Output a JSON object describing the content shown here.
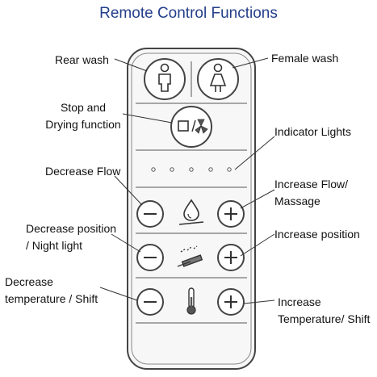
{
  "title": "Remote Control Functions",
  "labels": {
    "rear_wash": "Rear wash",
    "female_wash": "Female wash",
    "stop_drying_1": "Stop and",
    "stop_drying_2": "Drying function",
    "indicator_lights": "Indicator Lights",
    "decrease_flow": "Decrease Flow",
    "increase_flow_1": "Increase Flow/",
    "increase_flow_2": "Massage",
    "decrease_position_1": "Decrease position",
    "decrease_position_2": "/ Night light",
    "increase_position": "Increase position",
    "decrease_temperature_1": "Decrease",
    "decrease_temperature_2": "temperature / Shift",
    "increase_temperature_1": "Increase",
    "increase_temperature_2": "Temperature/ Shift"
  },
  "indicator_count": 5,
  "colors": {
    "title": "#243f8a",
    "outline": "#444444",
    "fill": "#f7f7f7"
  },
  "icons": [
    "rear-wash-person-icon",
    "female-wash-person-icon",
    "stop-square-icon",
    "drying-fan-icon",
    "water-drop-icon",
    "position-nozzle-icon",
    "thermometer-icon",
    "minus-icon",
    "plus-icon"
  ]
}
